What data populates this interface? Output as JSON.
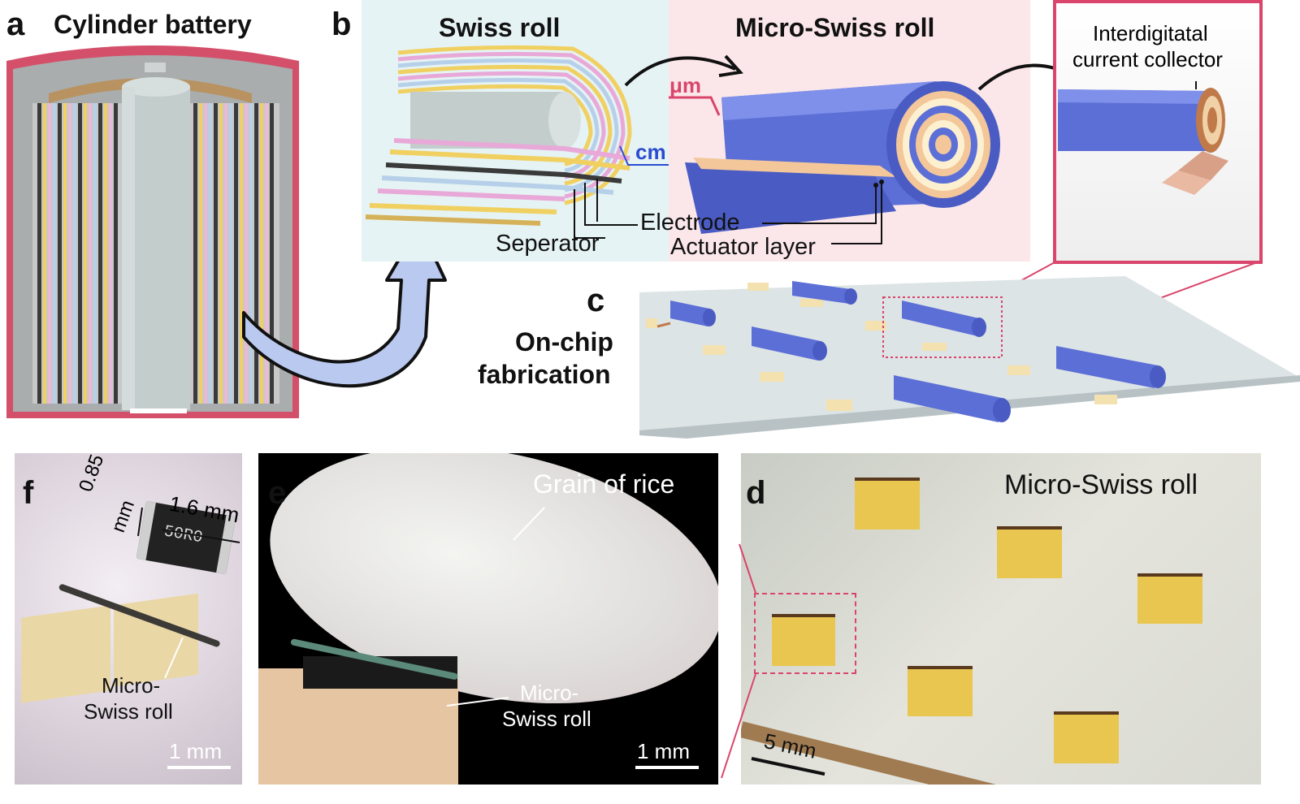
{
  "panel_a": {
    "letter": "a",
    "title": "Cylinder battery"
  },
  "panel_b": {
    "letter": "b",
    "swiss_title": "Swiss roll",
    "micro_title": "Micro-Swiss roll",
    "unit_cm": "cm",
    "unit_um": "μm",
    "label_electrode": "Electrode",
    "label_separator": "Seperator",
    "label_actuator": "Actuator layer",
    "collector_line1": "Interdigitatal",
    "collector_line2": "current collector"
  },
  "panel_c": {
    "letter": "c",
    "line1": "On-chip",
    "line2": "fabrication"
  },
  "panel_d": {
    "letter": "d",
    "title": "Micro-Swiss roll",
    "scale": "5 mm"
  },
  "panel_e": {
    "letter": "e",
    "title": "Grain of rice",
    "roll_line1": "Micro-",
    "roll_line2": "Swiss roll",
    "scale": "1 mm"
  },
  "panel_f": {
    "letter": "f",
    "dim_h": "0.85",
    "dim_h_unit": "mm",
    "dim_w": "1.6 mm",
    "chip_text": "50R0",
    "roll_line1": "Micro-",
    "roll_line2": "Swiss roll",
    "scale": "1 mm"
  },
  "colors": {
    "battery_case": "#d4506a",
    "electrode_blue": "#5b6fd6",
    "magnification_line": "#d9456b",
    "swiss_bg": "#e6f3f4",
    "micro_bg": "#fbe7ea"
  }
}
